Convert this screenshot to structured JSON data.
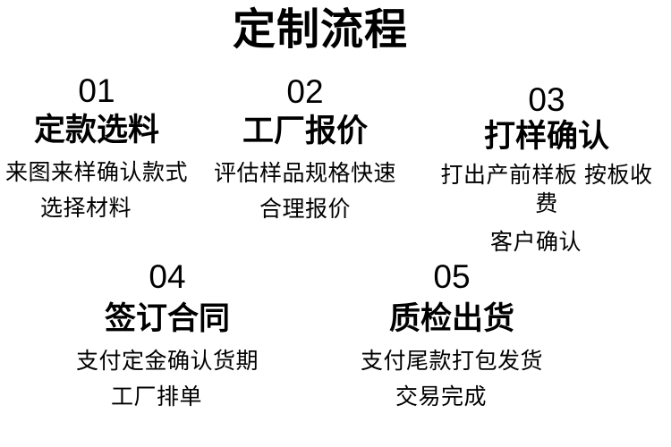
{
  "title": "定制流程",
  "steps": [
    {
      "number": "01",
      "heading": "定款选料",
      "lines": [
        "来图来样确认款式",
        "选择材料"
      ]
    },
    {
      "number": "02",
      "heading": "工厂报价",
      "lines": [
        "评估样品规格快速",
        "合理报价"
      ]
    },
    {
      "number": "03",
      "heading": "打样确认",
      "lines": [
        "打出产前样板 按板收费",
        "客户确认"
      ]
    },
    {
      "number": "04",
      "heading": "签订合同",
      "lines": [
        "支付定金确认货期",
        "工厂排单"
      ]
    },
    {
      "number": "05",
      "heading": "质检出货",
      "lines": [
        "支付尾款打包发货",
        "交易完成"
      ]
    }
  ],
  "colors": {
    "text": "#000000",
    "background": "#ffffff"
  }
}
